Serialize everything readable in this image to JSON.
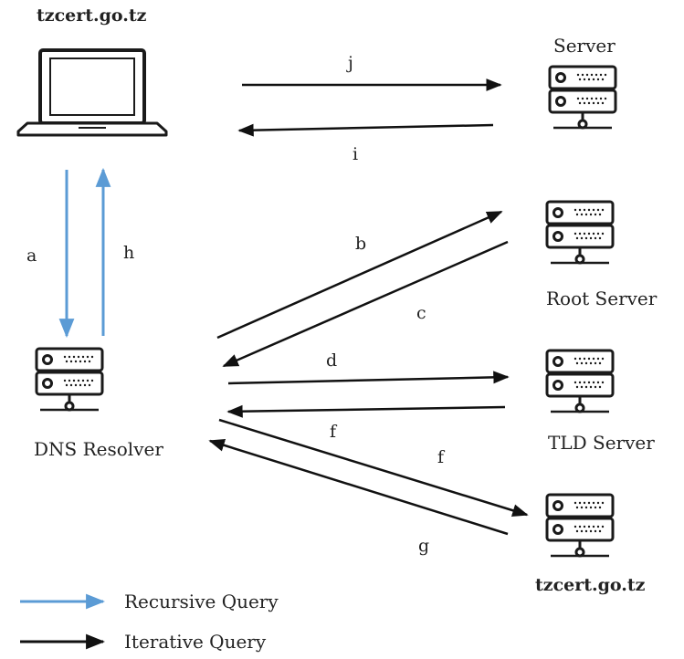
{
  "nodes": {
    "client_label": "tzcert.go.tz",
    "server_label": "Server",
    "root_label": "Root Server",
    "tld_label": "TLD Server",
    "resolver_label": "DNS Resolver",
    "auth_label": "tzcert.go.tz"
  },
  "arrows": {
    "a": "a",
    "b": "b",
    "c": "c",
    "d": "d",
    "e": "f",
    "f": "f",
    "g": "g",
    "h": "h",
    "i": "i",
    "j": "j"
  },
  "legend": {
    "recursive": "Recursive Query",
    "iterative": "Iterative Query"
  },
  "colors": {
    "recursive": "#5b9bd5",
    "iterative": "#111111",
    "outline": "#1a1a1a"
  }
}
